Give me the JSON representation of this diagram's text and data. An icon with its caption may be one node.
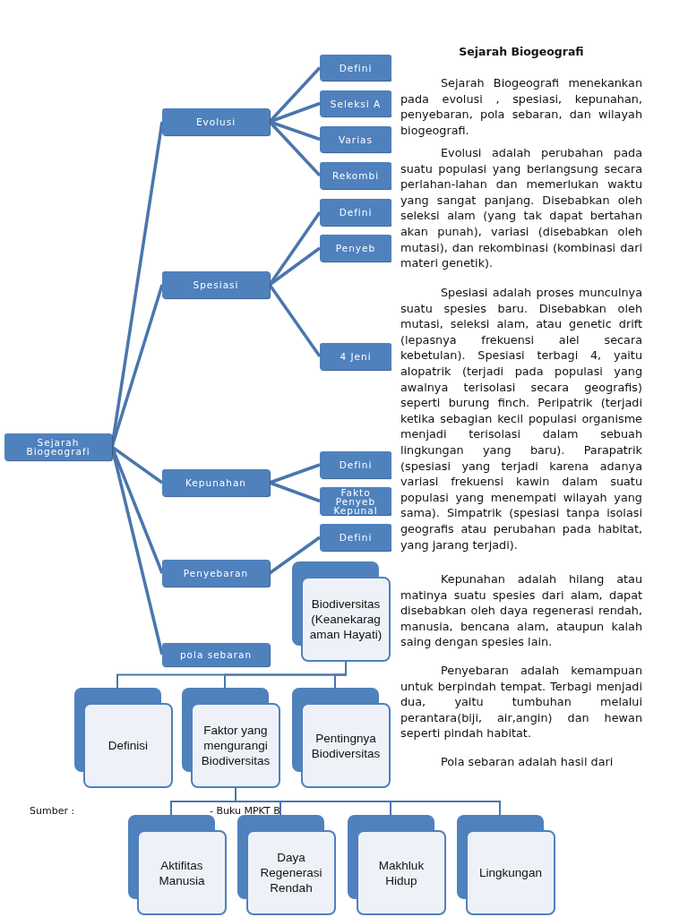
{
  "diagram": {
    "title": "Sejarah Biogeografi",
    "nodes": [
      {
        "text": [
          "Sejarah Biogeografi"
        ]
      },
      {
        "text": [
          "Evolusi"
        ]
      },
      {
        "text": [
          "Defini"
        ]
      },
      {
        "text": [
          "Seleksi A"
        ]
      },
      {
        "text": [
          "Varias"
        ]
      },
      {
        "text": [
          "Rekombi"
        ]
      },
      {
        "text": [
          "Spesiasi"
        ]
      },
      {
        "text": [
          "Defini"
        ]
      },
      {
        "text": [
          "Penyeb"
        ]
      },
      {
        "text": [
          "4 Jeni"
        ]
      },
      {
        "text": [
          "Kepunahan"
        ]
      },
      {
        "text": [
          "Defini"
        ]
      },
      {
        "text": [
          "Fakto Penyeb Kepunal"
        ]
      },
      {
        "text": [
          "Penyebaran"
        ]
      },
      {
        "text": [
          "Defini"
        ]
      },
      {
        "text": [
          "pola sebaran"
        ]
      },
      {
        "text": [
          "Biodiversitas (Keanekaragaman Hayati)"
        ]
      },
      {
        "text": [
          "Definisi"
        ]
      },
      {
        "text": [
          "Faktor yang mengurangi Biodiversitas"
        ]
      },
      {
        "text": [
          "Pentingnya Biodiversitas"
        ]
      },
      {
        "text": [
          "Aktifitas Manusia"
        ]
      },
      {
        "text": [
          "Daya Regenerasi Rendah"
        ]
      },
      {
        "text": [
          "Makhluk Hidup"
        ]
      },
      {
        "text": [
          "Lingkungan"
        ]
      }
    ],
    "edges": [
      {
        "from": 0,
        "to": 1,
        "arrow": "none"
      },
      {
        "from": 0,
        "to": 6,
        "arrow": "none"
      },
      {
        "from": 0,
        "to": 10,
        "arrow": "none"
      },
      {
        "from": 0,
        "to": 13,
        "arrow": "none"
      },
      {
        "from": 0,
        "to": 15,
        "arrow": "none"
      },
      {
        "from": 1,
        "to": 2,
        "arrow": "none"
      },
      {
        "from": 1,
        "to": 3,
        "arrow": "none"
      },
      {
        "from": 1,
        "to": 4,
        "arrow": "none"
      },
      {
        "from": 1,
        "to": 5,
        "arrow": "none"
      },
      {
        "from": 6,
        "to": 7,
        "arrow": "none"
      },
      {
        "from": 6,
        "to": 8,
        "arrow": "none"
      },
      {
        "from": 6,
        "to": 9,
        "arrow": "none"
      },
      {
        "from": 10,
        "to": 11,
        "arrow": "none"
      },
      {
        "from": 10,
        "to": 12,
        "arrow": "none"
      },
      {
        "from": 13,
        "to": 14,
        "arrow": "none"
      },
      {
        "from": 16,
        "to": 17,
        "arrow": "none"
      },
      {
        "from": 16,
        "to": 18,
        "arrow": "none"
      },
      {
        "from": 16,
        "to": 19,
        "arrow": "none"
      },
      {
        "from": 18,
        "to": 20,
        "arrow": "none"
      },
      {
        "from": 18,
        "to": 21,
        "arrow": "none"
      },
      {
        "from": 18,
        "to": 22,
        "arrow": "none"
      },
      {
        "from": 18,
        "to": 23,
        "arrow": "none"
      }
    ],
    "labels": [
      "Sejarah Biogeografi menekankan pada evolusi , spesiasi, kepunahan, penyebaran, pola sebaran, dan wilayah biogeografi.",
      "Evolusi adalah perubahan pada suatu populasi yang berlangsung secara perlahan-lahan dan memerlukan waktu yang sangat panjang. Disebabkan oleh seleksi alam (yang tak dapat bertahan akan punah), variasi (disebabkan oleh mutasi), dan rekombinasi (kombinasi dari materi genetik).",
      "Spesiasi adalah proses munculnya suatu spesies baru. Disebabkan oleh mutasi, seleksi alam, atau genetic drift (lepasnya frekuensi alel secara kebetulan). Spesiasi terbagi 4, yaitu alopatrik (terjadi pada populasi yang awalnya terisolasi secara geografis) seperti burung finch. Peripatrik (terjadi ketika sebagian kecil populasi organisme menjadi terisolasi dalam sebuah lingkungan yang baru). Parapatrik (spesiasi yang terjadi karena adanya variasi frekuensi kawin dalam suatu populasi yang menempati wilayah yang sama). Simpatrik (spesiasi tanpa isolasi geografis atau perubahan pada habitat, yang jarang terjadi).",
      "Kepunahan adalah hilang atau matinya suatu spesies dari alam, dapat disebabkan oleh daya regenerasi rendah, manusia, bencana alam, ataupun kalah saing dengan spesies lain.",
      "Penyebaran adalah kemampuan untuk berpindah tempat. Terbagi menjadi dua, yaitu tumbuhan melalui perantara(biji, air,angin) dan hewan seperti pindah habitat.",
      "Pola sebaran adalah hasil dari",
      "Sumber :",
      "- Buku MPKT B"
    ]
  }
}
